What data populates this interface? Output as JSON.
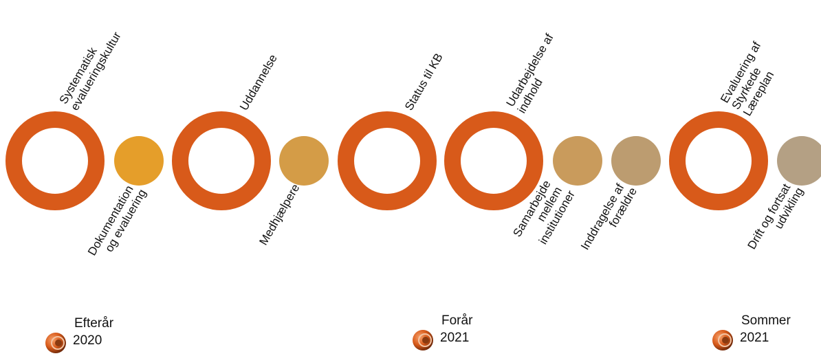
{
  "milestones": [
    {
      "kind": "ring",
      "lines": [
        "Systematisk",
        "evalueringskultur"
      ]
    },
    {
      "kind": "dot",
      "color": "#e59e2a",
      "lines": [
        "Dokumentation",
        "og evaluering"
      ]
    },
    {
      "kind": "ring",
      "lines": [
        "Uddannelse"
      ]
    },
    {
      "kind": "dot",
      "color": "#d49c47",
      "lines": [
        "Medhjælpere"
      ]
    },
    {
      "kind": "ring",
      "lines": [
        "Status til KB"
      ]
    },
    {
      "kind": "ring",
      "lines": [
        "Udarbejdelse af",
        "indhold"
      ]
    },
    {
      "kind": "dot",
      "color": "#c99b5c",
      "lines": [
        "Samarbejde",
        "mellem",
        "institutioner"
      ]
    },
    {
      "kind": "dot",
      "color": "#bc9c70",
      "lines": [
        "Inddragelse af",
        "forældre"
      ]
    },
    {
      "kind": "ring",
      "lines": [
        "Evaluering af",
        "Styrkede",
        "Læreplan"
      ]
    },
    {
      "kind": "dot",
      "color": "#b4a084",
      "lines": [
        "Drift og fortsat",
        "udvikling"
      ]
    }
  ],
  "seasons": [
    {
      "name": "Efterår",
      "year": "2020"
    },
    {
      "name": "Forår",
      "year": "2021"
    },
    {
      "name": "Sommer",
      "year": "2021"
    }
  ],
  "colors": {
    "ring": "#d85a1a",
    "text": "#111111",
    "season_icon": "#d85a1a"
  }
}
